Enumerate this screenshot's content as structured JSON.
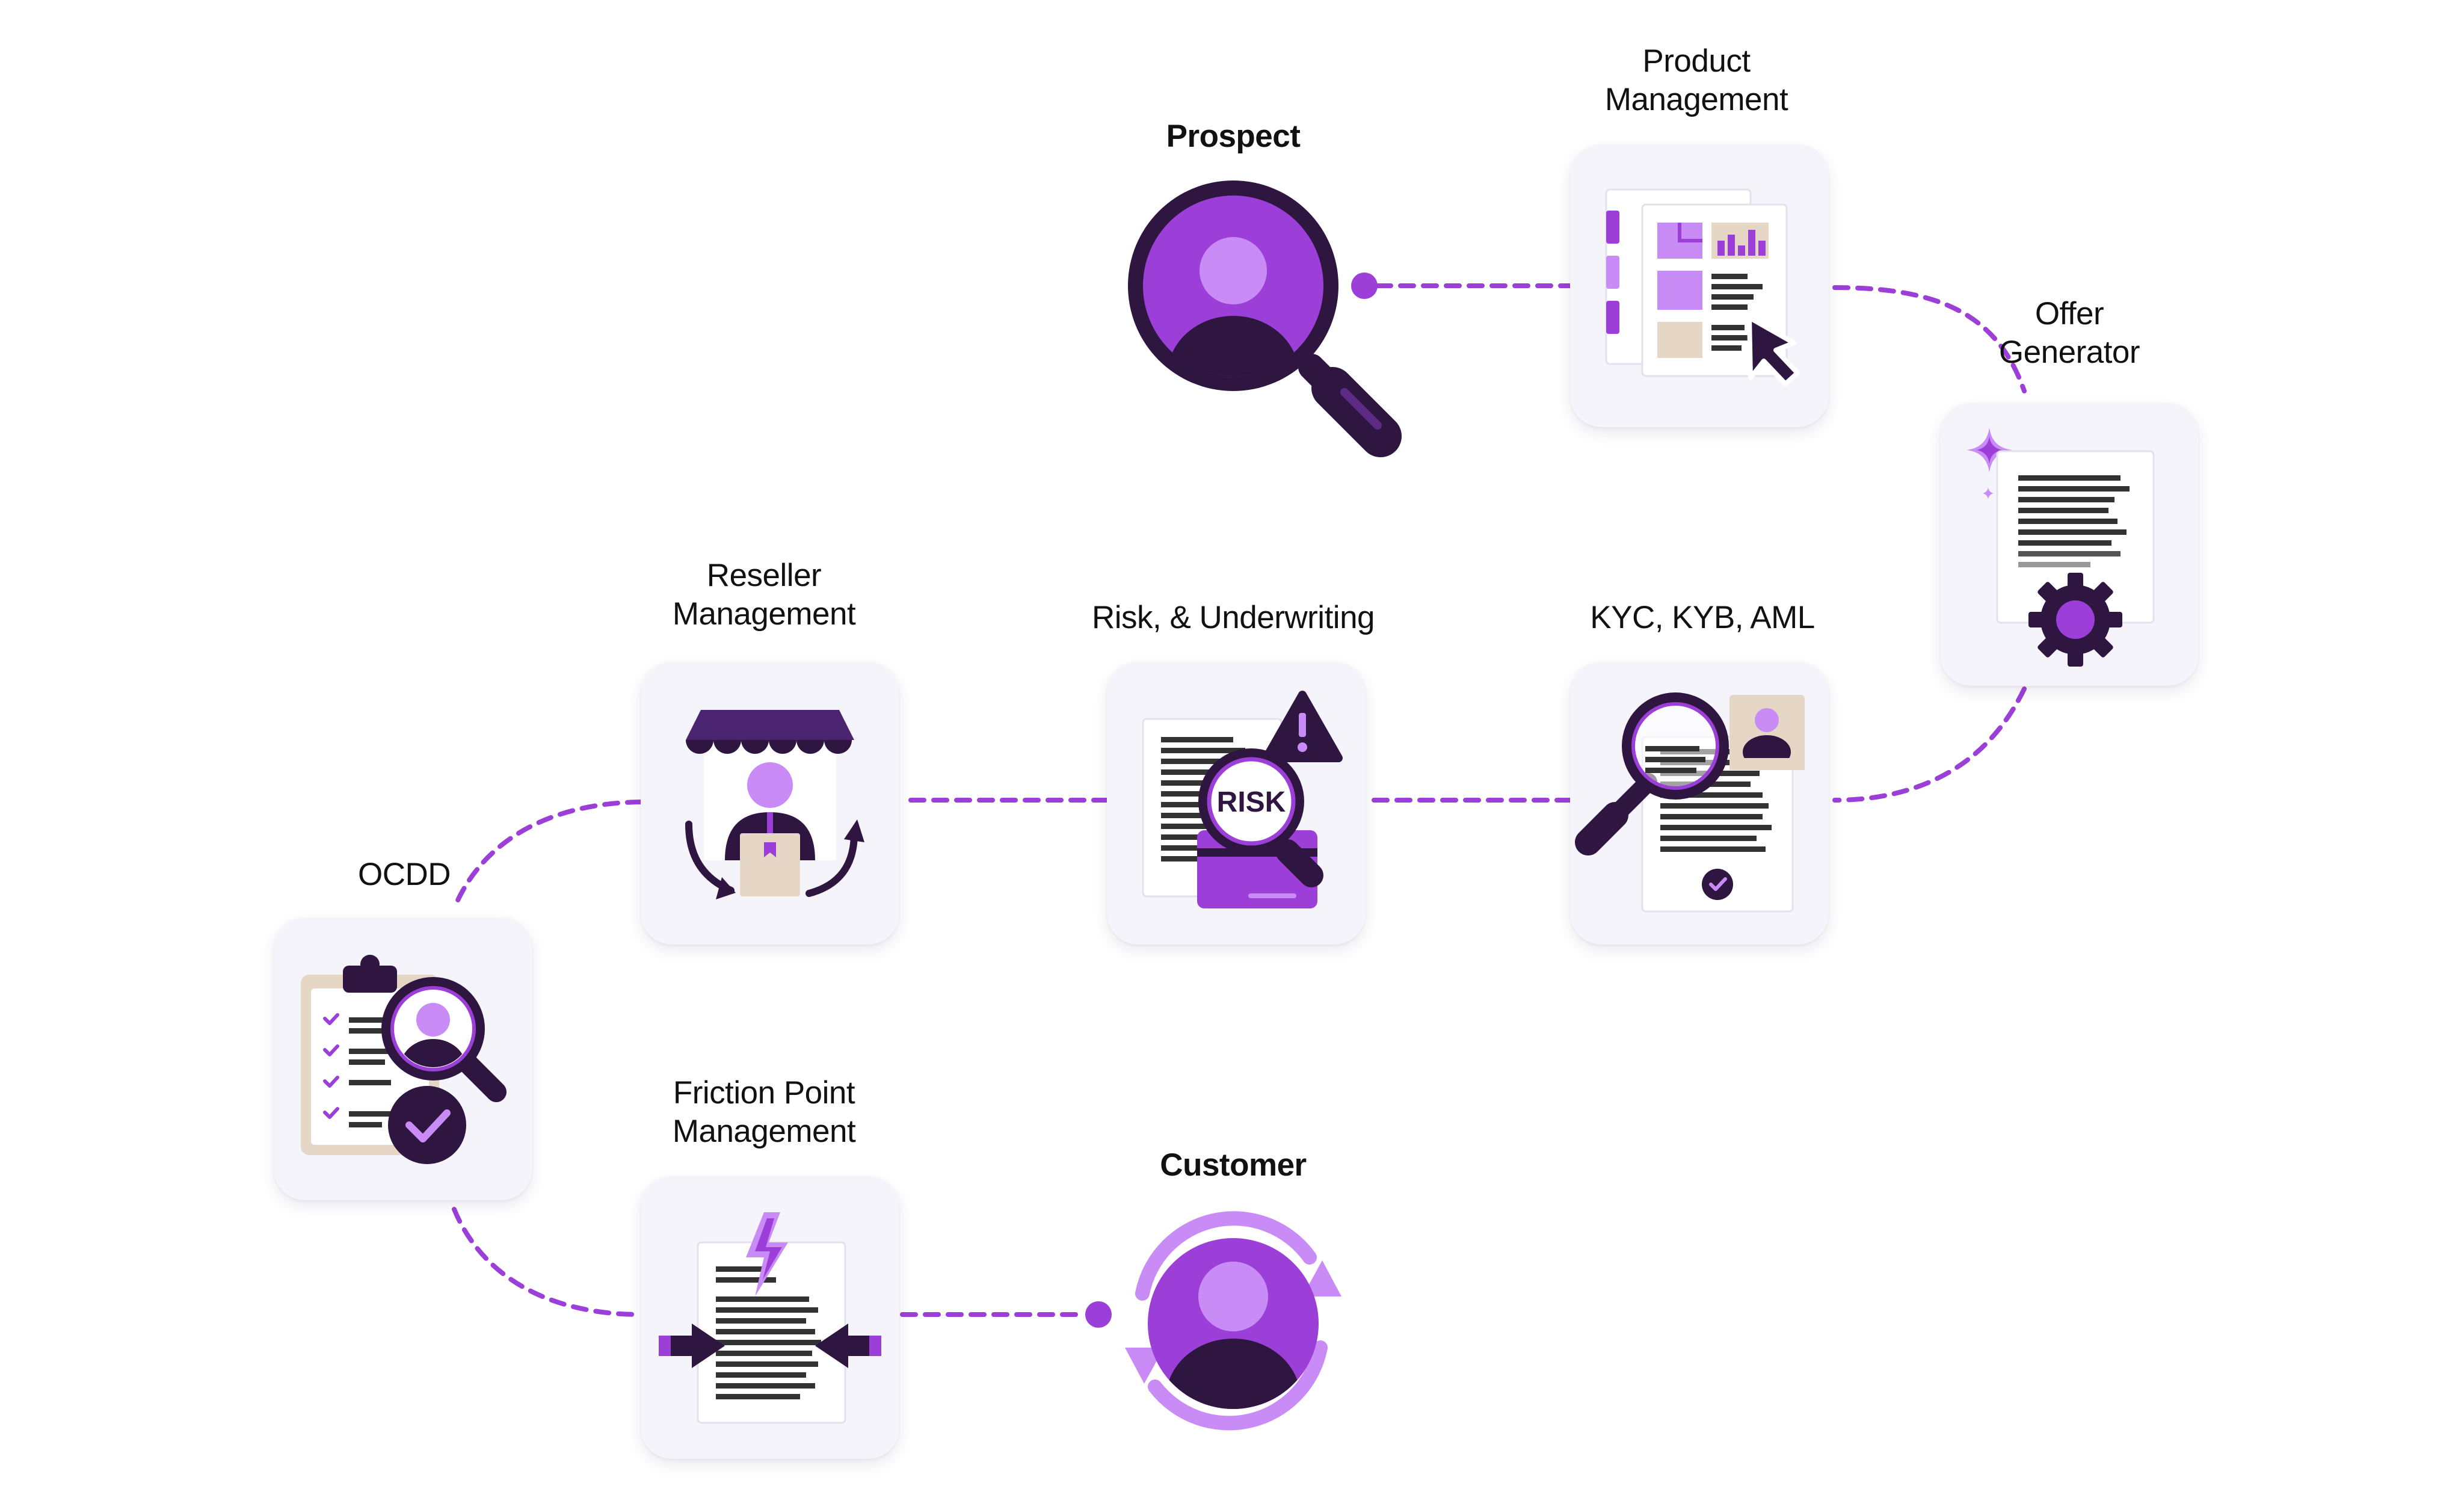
{
  "colors": {
    "purple": "#9b3fd8",
    "light_purple": "#c98cf7",
    "dark": "#2e1640",
    "card_bg": "#f5f4fa",
    "tan": "#e6d6c6",
    "connector": "#9b3fd8"
  },
  "nodes": {
    "prospect": {
      "label": "Prospect",
      "icon": "magnifier-user-icon"
    },
    "product_management": {
      "label": "Product\nManagement",
      "icon": "dashboard-cursor-icon"
    },
    "offer_generator": {
      "label": "Offer\nGenerator",
      "icon": "document-gear-icon"
    },
    "kyc": {
      "label": "KYC, KYB, AML",
      "icon": "document-magnifier-id-icon"
    },
    "risk": {
      "label": "Risk, & Underwriting",
      "icon": "risk-card-warning-icon"
    },
    "reseller_management": {
      "label": "Reseller\nManagement",
      "icon": "storefront-person-icon"
    },
    "ocdd": {
      "label": "OCDD",
      "icon": "clipboard-check-icon"
    },
    "friction_point_management": {
      "label": "Friction Point\nManagement",
      "icon": "document-arrows-bolt-icon"
    },
    "customer": {
      "label": "Customer",
      "icon": "user-cycle-icon"
    }
  },
  "risk_icon_text": "RISK",
  "connections": [
    [
      "prospect",
      "product_management"
    ],
    [
      "product_management",
      "offer_generator"
    ],
    [
      "offer_generator",
      "kyc"
    ],
    [
      "kyc",
      "risk"
    ],
    [
      "risk",
      "reseller_management"
    ],
    [
      "reseller_management",
      "ocdd"
    ],
    [
      "ocdd",
      "friction_point_management"
    ],
    [
      "friction_point_management",
      "customer"
    ]
  ]
}
